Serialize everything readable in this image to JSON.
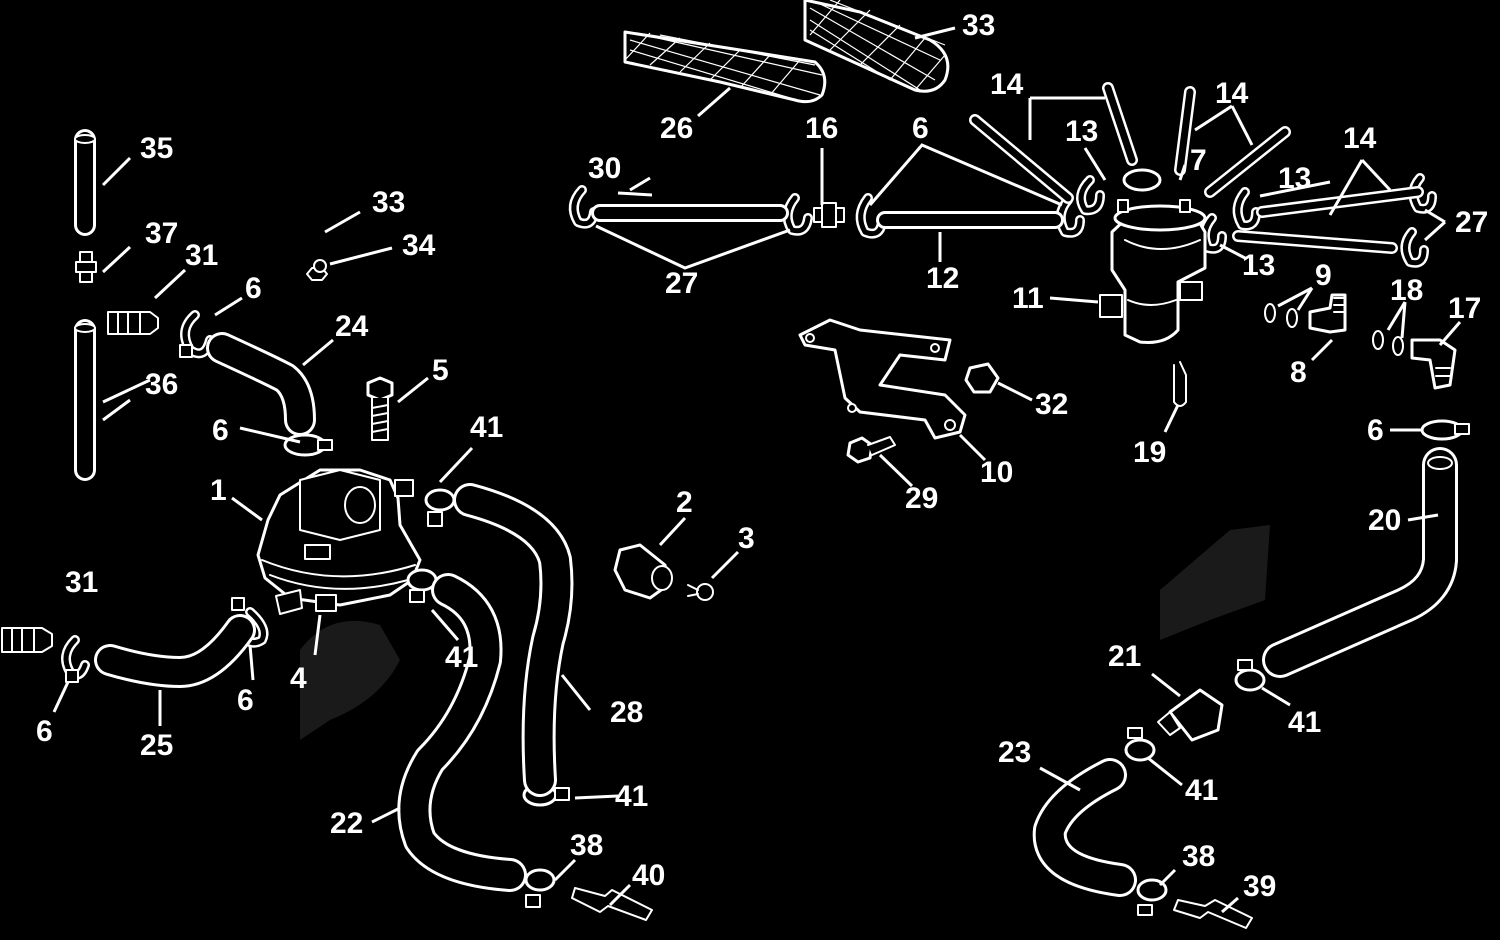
{
  "callouts": [
    {
      "id": "c1",
      "text": "1"
    },
    {
      "id": "c2",
      "text": "2"
    },
    {
      "id": "c3",
      "text": "3"
    },
    {
      "id": "c4",
      "text": "4"
    },
    {
      "id": "c5",
      "text": "5"
    },
    {
      "id": "c6a",
      "text": "6"
    },
    {
      "id": "c6b",
      "text": "6"
    },
    {
      "id": "c6c",
      "text": "6"
    },
    {
      "id": "c6d",
      "text": "6"
    },
    {
      "id": "c6e",
      "text": "6"
    },
    {
      "id": "c6f",
      "text": "6"
    },
    {
      "id": "c7",
      "text": "7"
    },
    {
      "id": "c8",
      "text": "8"
    },
    {
      "id": "c9",
      "text": "9"
    },
    {
      "id": "c10",
      "text": "10"
    },
    {
      "id": "c11",
      "text": "11"
    },
    {
      "id": "c12",
      "text": "12"
    },
    {
      "id": "c13a",
      "text": "13"
    },
    {
      "id": "c13b",
      "text": "13"
    },
    {
      "id": "c13c",
      "text": "13"
    },
    {
      "id": "c14a",
      "text": "14"
    },
    {
      "id": "c14b",
      "text": "14"
    },
    {
      "id": "c14c",
      "text": "14"
    },
    {
      "id": "c16",
      "text": "16"
    },
    {
      "id": "c17",
      "text": "17"
    },
    {
      "id": "c18",
      "text": "18"
    },
    {
      "id": "c19",
      "text": "19"
    },
    {
      "id": "c20",
      "text": "20"
    },
    {
      "id": "c21",
      "text": "21"
    },
    {
      "id": "c22",
      "text": "22"
    },
    {
      "id": "c23",
      "text": "23"
    },
    {
      "id": "c24",
      "text": "24"
    },
    {
      "id": "c25",
      "text": "25"
    },
    {
      "id": "c26",
      "text": "26"
    },
    {
      "id": "c27a",
      "text": "27"
    },
    {
      "id": "c27b",
      "text": "27"
    },
    {
      "id": "c28",
      "text": "28"
    },
    {
      "id": "c29",
      "text": "29"
    },
    {
      "id": "c30",
      "text": "30"
    },
    {
      "id": "c31a",
      "text": "31"
    },
    {
      "id": "c31b",
      "text": "31"
    },
    {
      "id": "c32",
      "text": "32"
    },
    {
      "id": "c33a",
      "text": "33"
    },
    {
      "id": "c33b",
      "text": "33"
    },
    {
      "id": "c34",
      "text": "34"
    },
    {
      "id": "c35",
      "text": "35"
    },
    {
      "id": "c36",
      "text": "36"
    },
    {
      "id": "c37",
      "text": "37"
    },
    {
      "id": "c38a",
      "text": "38"
    },
    {
      "id": "c38b",
      "text": "38"
    },
    {
      "id": "c39",
      "text": "39"
    },
    {
      "id": "c40",
      "text": "40"
    },
    {
      "id": "c41a",
      "text": "41"
    },
    {
      "id": "c41b",
      "text": "41"
    },
    {
      "id": "c41c",
      "text": "41"
    },
    {
      "id": "c41d",
      "text": "41"
    },
    {
      "id": "c41e",
      "text": "41"
    }
  ],
  "colors": {
    "background": "#000000",
    "line": "#ffffff"
  }
}
